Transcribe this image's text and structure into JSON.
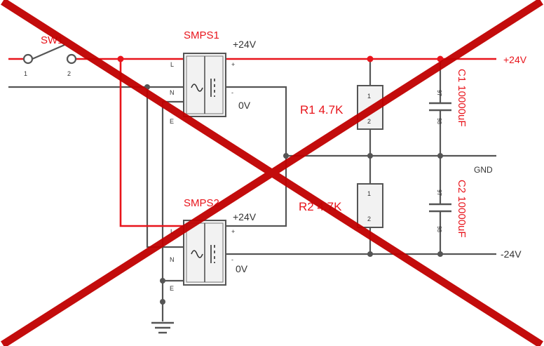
{
  "colors": {
    "live": "#e8141b",
    "wire": "#555555",
    "cross": "#c00000",
    "component_fill": "#f2f2f2",
    "node": "#555555"
  },
  "switch": {
    "label": "SW1",
    "pin1": "1",
    "pin2": "2"
  },
  "smps1": {
    "label": "SMPS1",
    "pin_l": "L",
    "pin_n": "N",
    "pin_e": "E",
    "pin_plus": "+",
    "pin_minus": "-",
    "out_pos": "+24V",
    "out_zero": "0V"
  },
  "smps2": {
    "label": "SMPS2",
    "pin_l": "L",
    "pin_n": "N",
    "pin_e": "E",
    "pin_plus": "+",
    "pin_minus": "-",
    "out_pos": "+24V",
    "out_zero": "0V"
  },
  "r1": {
    "label": "R1 4.7K",
    "pin1": "1",
    "pin2": "2"
  },
  "r2": {
    "label": "R2 4.7K",
    "pin1": "1",
    "pin2": "2"
  },
  "c1": {
    "label": "C1 10000uF",
    "pin_top": "97",
    "pin_bottom": "98"
  },
  "c2": {
    "label": "C2 10000uF",
    "pin_top": "97",
    "pin_bottom": "98"
  },
  "rails": {
    "pos": "+24V",
    "gnd": "GND",
    "neg": "-24V"
  },
  "icons": {
    "ground": "ground-icon",
    "ac_dc": "ac-dc-converter-icon",
    "cross": "red-x-overlay"
  }
}
